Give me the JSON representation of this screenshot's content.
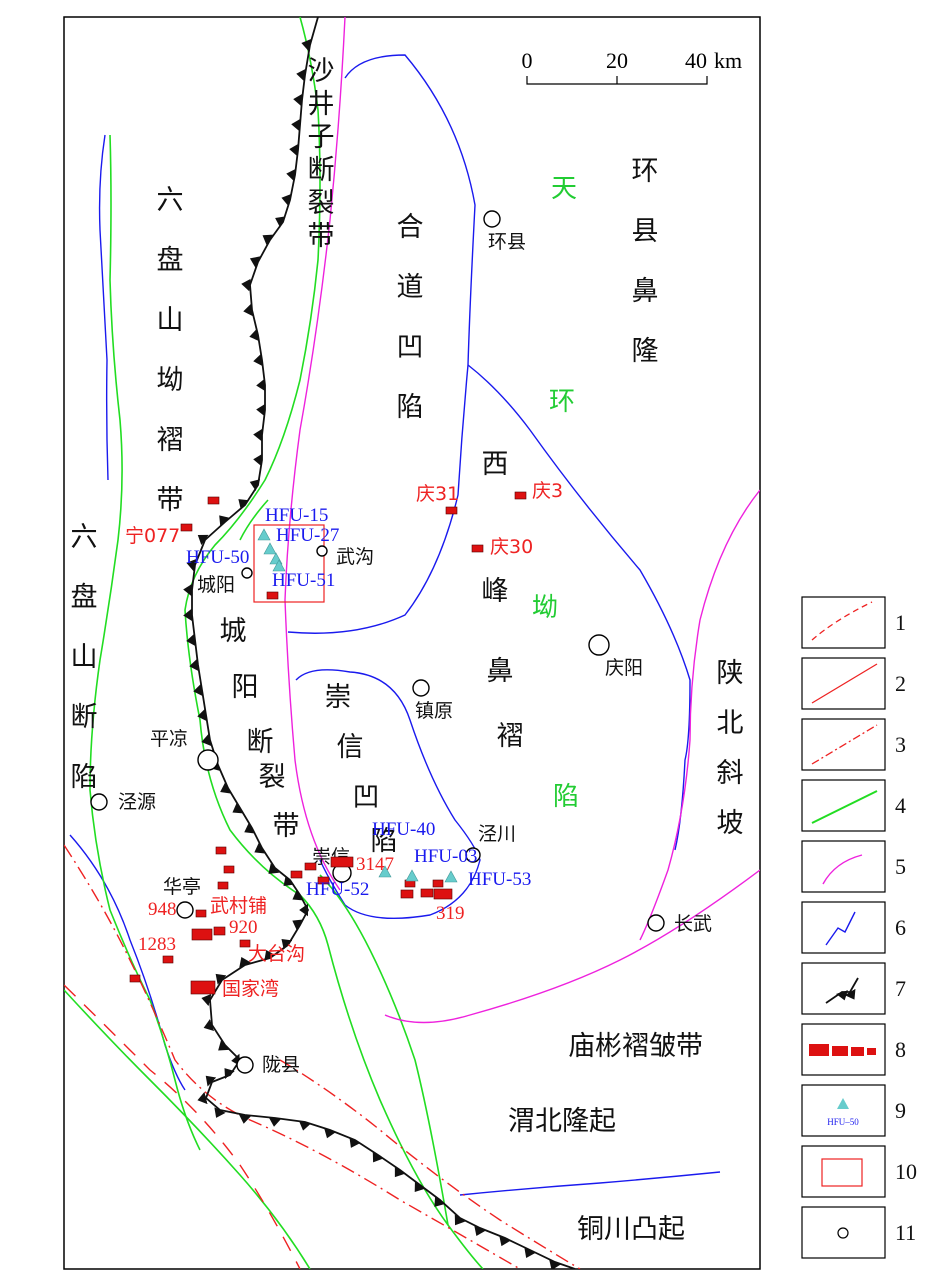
{
  "scale_bar": {
    "ticks": [
      "0",
      "20",
      "40"
    ],
    "unit": "km"
  },
  "regions": {
    "liupanshan_fold": [
      "六",
      "盘",
      "山",
      "坳",
      "褶",
      "带"
    ],
    "liupanshan_depression": [
      "六",
      "盘",
      "山",
      "断",
      "陷"
    ],
    "shajingzi": [
      "沙",
      "井",
      "子",
      "断",
      "裂",
      "带"
    ],
    "hedao": [
      "合",
      "道",
      "凹",
      "陷"
    ],
    "huanxian_uplift": [
      "环",
      "县",
      "鼻",
      "隆"
    ],
    "tianhuan": [
      "天",
      "环",
      "坳",
      "陷"
    ],
    "xifeng": [
      "西",
      "峰",
      "鼻",
      "褶"
    ],
    "chengyang_fault": [
      "城",
      "阳",
      "断",
      "裂",
      "带"
    ],
    "chongxin_depression": [
      "崇",
      "信",
      "凹",
      "陷"
    ],
    "shanbei": [
      "陕",
      "北",
      "斜",
      "坡"
    ],
    "miaobin": "庙彬褶皱带",
    "weibei": "渭北隆起",
    "tongchuan": "铜川凸起"
  },
  "towns": {
    "huanxian": "环县",
    "wugou": "武沟",
    "chengyang": "城阳",
    "qingyang": "庆阳",
    "zhenyuan": "镇原",
    "pingliang": "平凉",
    "jingyuan": "泾源",
    "jingchuan": "泾川",
    "chongxin": "崇信",
    "huating": "华亭",
    "changwu": "长武",
    "longxian": "陇县"
  },
  "coal_fields": {
    "qing31": "庆31",
    "qing3": "庆3",
    "qing30": "庆30",
    "ning077": "宁077",
    "f3147": "3147",
    "f319": "319",
    "f948": "948",
    "wucunpu": "武村铺",
    "f920": "920",
    "f1283": "1283",
    "datai": "大台沟",
    "guojia": "国家湾"
  },
  "samples": {
    "hfu15": "HFU-15",
    "hfu27": "HFU-27",
    "hfu50": "HFU-50",
    "hfu51": "HFU-51",
    "hfu40": "HFU-40",
    "hfu03": "HFU-03",
    "hfu52": "HFU-52",
    "hfu53": "HFU-53"
  },
  "legend": {
    "numbers": [
      "1",
      "2",
      "3",
      "4",
      "5",
      "6",
      "7",
      "8",
      "9",
      "10",
      "11"
    ],
    "sample_label": "HFU–50"
  },
  "colors": {
    "boundary_green": "#22dd22",
    "boundary_magenta": "#ee22dd",
    "boundary_blue": "#1a1aee",
    "fault_red": "#ee2222",
    "text_red": "#ee2222",
    "text_blue": "#1a1aee",
    "text_green": "#22cc33",
    "sample_cyan": "#66cccc",
    "coal_red": "#dd1111"
  }
}
